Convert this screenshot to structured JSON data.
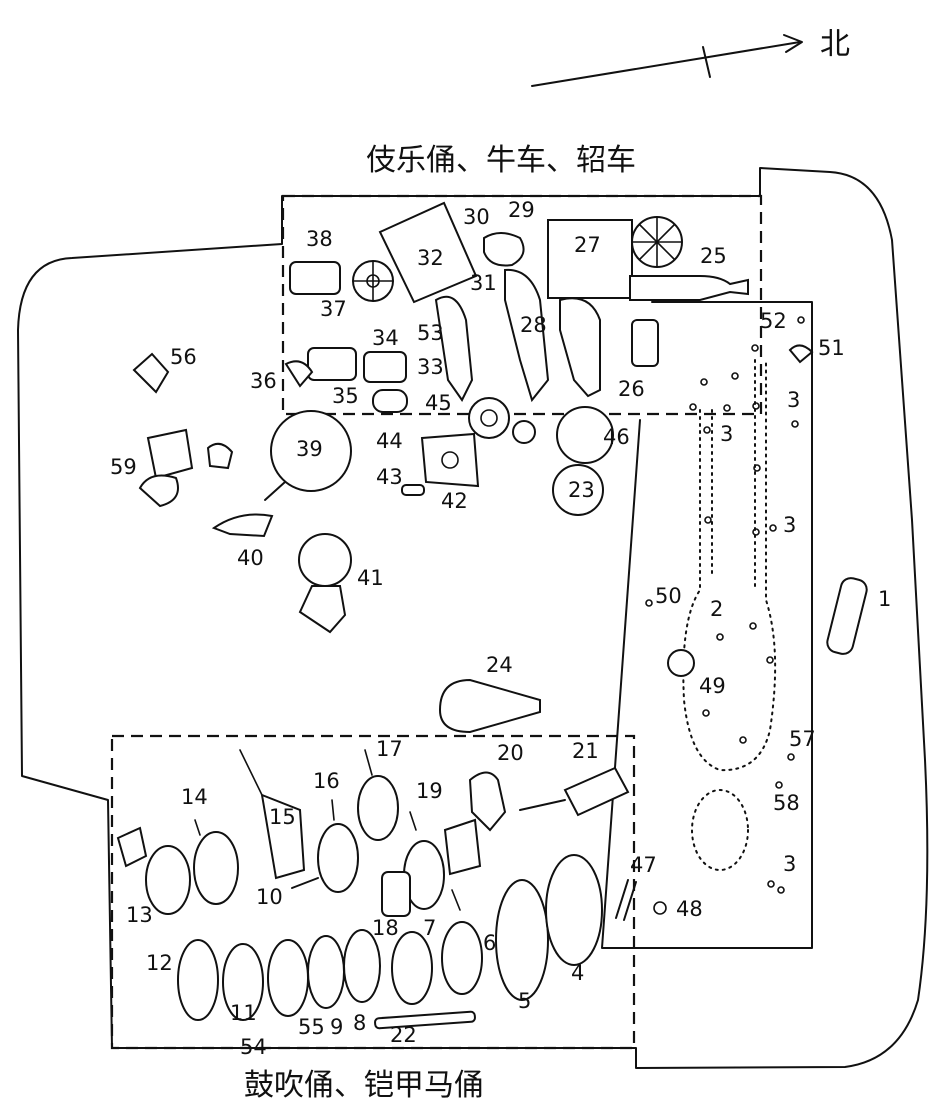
{
  "compass": {
    "label": "北"
  },
  "zones": {
    "upper_title": "伎乐俑、牛车、轺车",
    "lower_title": "鼓吹俑、铠甲马俑"
  },
  "items": {
    "n1": "1",
    "n2": "2",
    "n3a": "3",
    "n3b": "3",
    "n3c": "3",
    "n3d": "3",
    "n4": "4",
    "n5": "5",
    "n6": "6",
    "n7": "7",
    "n8": "8",
    "n9": "9",
    "n10": "10",
    "n11": "11",
    "n12": "12",
    "n13": "13",
    "n14": "14",
    "n15": "15",
    "n16": "16",
    "n17": "17",
    "n18": "18",
    "n19": "19",
    "n20": "20",
    "n21": "21",
    "n22": "22",
    "n23": "23",
    "n24": "24",
    "n25": "25",
    "n26": "26",
    "n27": "27",
    "n28": "28",
    "n29": "29",
    "n30": "30",
    "n31": "31",
    "n32": "32",
    "n33": "33",
    "n34": "34",
    "n35": "35",
    "n36": "36",
    "n37": "37",
    "n38": "38",
    "n39": "39",
    "n40": "40",
    "n41": "41",
    "n42": "42",
    "n43": "43",
    "n44": "44",
    "n45": "45",
    "n46": "46",
    "n47": "47",
    "n48": "48",
    "n49": "49",
    "n50": "50",
    "n51": "51",
    "n52": "52",
    "n53": "53",
    "n54": "54",
    "n55": "55",
    "n56": "56",
    "n57": "57",
    "n58": "58",
    "n59": "59"
  }
}
